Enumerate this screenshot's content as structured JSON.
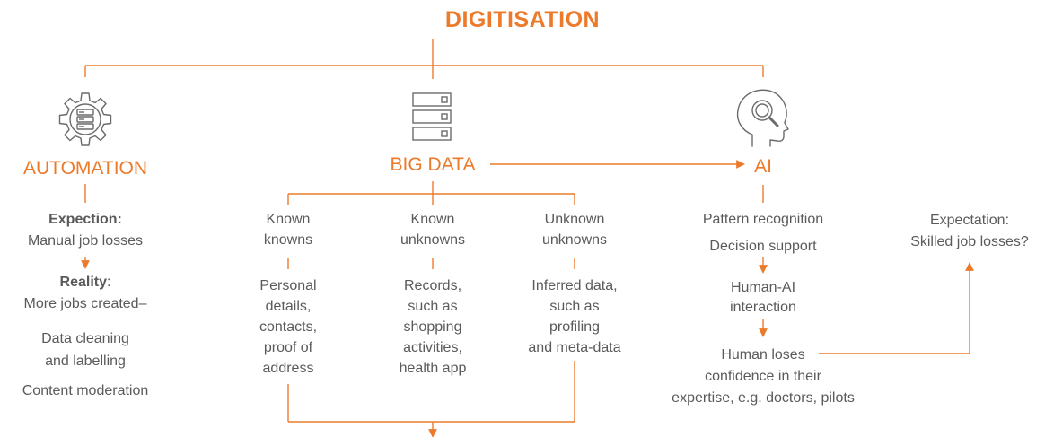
{
  "title": "DIGITISATION",
  "columns": {
    "automation": {
      "heading": "AUTOMATION",
      "icon": "gear-server-icon",
      "expectation_label": "Expection:",
      "expectation_text": "Manual job losses",
      "reality_label": "Reality",
      "reality_colon": ":",
      "reality_line1": "More jobs created–",
      "reality_line2": "Data cleaning",
      "reality_line3": "and labelling",
      "reality_line4": "Content moderation"
    },
    "big_data": {
      "heading": "BIG DATA",
      "icon": "server-stack-icon",
      "categories": [
        {
          "line1": "Known",
          "line2": "knowns",
          "examples": [
            "Personal",
            "details,",
            "contacts,",
            "proof of",
            "address"
          ]
        },
        {
          "line1": "Known",
          "line2": "unknowns",
          "examples": [
            "Records,",
            "such as",
            "shopping",
            "activities,",
            "health app"
          ]
        },
        {
          "line1": "Unknown",
          "line2": "unknowns",
          "examples": [
            "Inferred data,",
            "such as",
            "profiling",
            "and meta-data"
          ]
        }
      ]
    },
    "ai": {
      "heading": "AI",
      "icon": "head-magnifier-icon",
      "line1": "Pattern recognition",
      "line2": "Decision support",
      "interaction_line1": "Human-AI",
      "interaction_line2": "interaction",
      "outcome_line1": "Human loses",
      "outcome_line2": "confidence in their",
      "outcome_line3": "expertise, e.g. doctors, pilots"
    },
    "expectation": {
      "line1": "Expectation:",
      "line2": "Skilled job losses?"
    }
  },
  "colors": {
    "accent": "#ec7a2a",
    "text": "#5a5a5a",
    "icon_stroke": "#6b6b6b"
  }
}
